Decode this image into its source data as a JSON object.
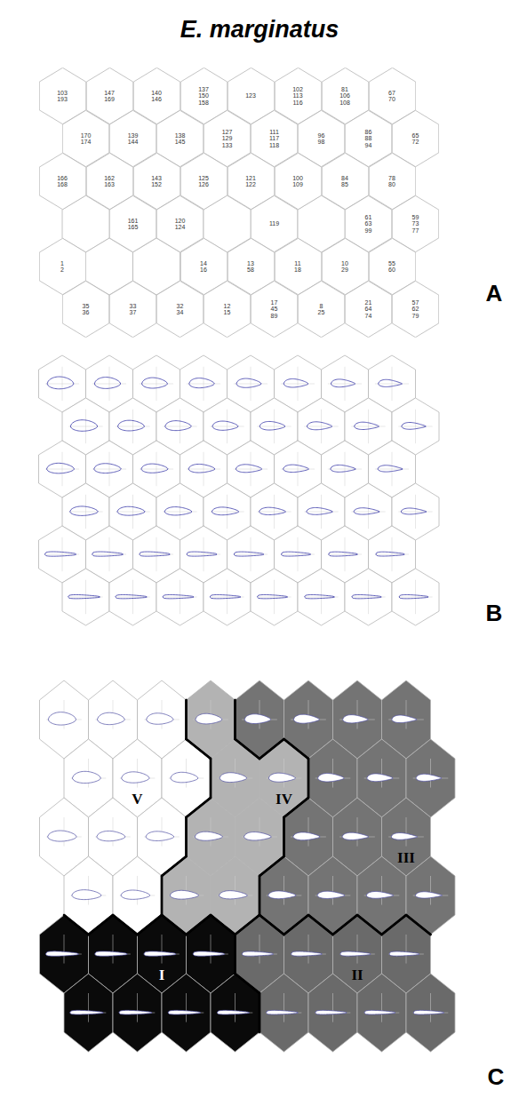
{
  "diagram": {
    "title": "E. marginatus",
    "nodes": [
      {
        "text": [
          "103 193"
        ]
      },
      {
        "text": [
          "147 169"
        ]
      },
      {
        "text": [
          "140 146"
        ]
      },
      {
        "text": [
          "137 150 158"
        ]
      },
      {
        "text": [
          "123"
        ]
      },
      {
        "text": [
          "102 113 116"
        ]
      },
      {
        "text": [
          "81 106 108"
        ]
      },
      {
        "text": [
          "67 70"
        ]
      },
      {
        "text": [
          "170 174"
        ]
      },
      {
        "text": [
          "139 144"
        ]
      },
      {
        "text": [
          "138 145"
        ]
      },
      {
        "text": [
          "127 129 133"
        ]
      },
      {
        "text": [
          "111 117 118"
        ]
      },
      {
        "text": [
          "96 98"
        ]
      },
      {
        "text": [
          "86 88 94"
        ]
      },
      {
        "text": [
          "65 72"
        ]
      },
      {
        "text": [
          "166 168"
        ]
      },
      {
        "text": [
          "162 163"
        ]
      },
      {
        "text": [
          "143 152"
        ]
      },
      {
        "text": [
          "125 126"
        ]
      },
      {
        "text": [
          "121 122"
        ]
      },
      {
        "text": [
          "100 109"
        ]
      },
      {
        "text": [
          "84 85"
        ]
      },
      {
        "text": [
          "78 80"
        ]
      },
      {
        "text": [
          "161 165"
        ]
      },
      {
        "text": [
          "120 124"
        ]
      },
      {
        "text": [
          "119"
        ]
      },
      {
        "text": [
          "61 63 99"
        ]
      },
      {
        "text": [
          "59 73 77"
        ]
      },
      {
        "text": [
          "1 2"
        ]
      },
      {
        "text": [
          "14 16"
        ]
      },
      {
        "text": [
          "13 58"
        ]
      },
      {
        "text": [
          "11 18"
        ]
      },
      {
        "text": [
          "10 29"
        ]
      },
      {
        "text": [
          "55 60"
        ]
      },
      {
        "text": [
          "35 36"
        ]
      },
      {
        "text": [
          "33 37"
        ]
      },
      {
        "text": [
          "32 34"
        ]
      },
      {
        "text": [
          "12 15"
        ]
      },
      {
        "text": [
          "17 45 89"
        ]
      },
      {
        "text": [
          "8 25"
        ]
      },
      {
        "text": [
          "21 64 74"
        ]
      },
      {
        "text": [
          "57 62 79"
        ]
      }
    ],
    "labels": [
      "A",
      "B",
      "V",
      "IV",
      "III",
      "I",
      "II",
      "C"
    ]
  }
}
